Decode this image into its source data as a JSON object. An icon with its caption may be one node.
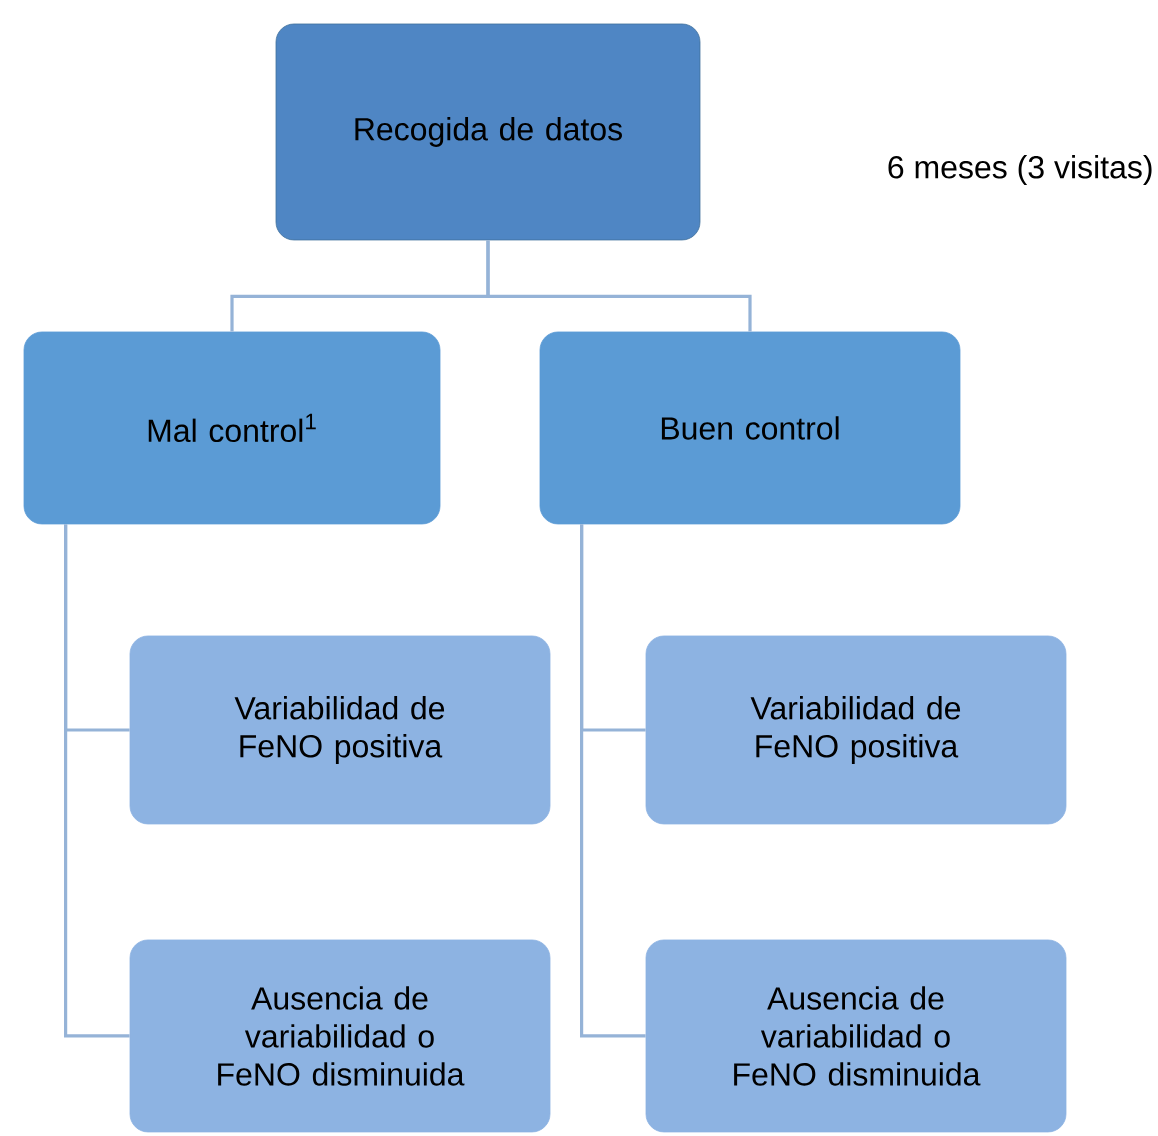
{
  "diagram": {
    "nodes": [
      {
        "text": [
          "Recogida de datos"
        ]
      },
      {
        "text": [
          "Mal control$^{1}$"
        ]
      },
      {
        "text": [
          "Buen control"
        ]
      },
      {
        "text": [
          "Variabilidad de FeNO positiva"
        ]
      },
      {
        "text": [
          "Ausencia de variabilidad o FeNO disminuida"
        ]
      },
      {
        "text": [
          "Variabilidad de FeNO positiva"
        ]
      },
      {
        "text": [
          "Ausencia de variabilidad o FeNO disminuida"
        ]
      }
    ],
    "edges": [
      {
        "from": 0,
        "to": 1,
        "arrow": "none"
      },
      {
        "from": 0,
        "to": 2,
        "arrow": "none"
      },
      {
        "from": 1,
        "to": 3,
        "arrow": "none"
      },
      {
        "from": 1,
        "to": 4,
        "arrow": "none"
      },
      {
        "from": 2,
        "to": 5,
        "arrow": "none"
      },
      {
        "from": 2,
        "to": 6,
        "arrow": "none"
      }
    ],
    "labels": [
      "6 meses (3 visitas)"
    ]
  }
}
